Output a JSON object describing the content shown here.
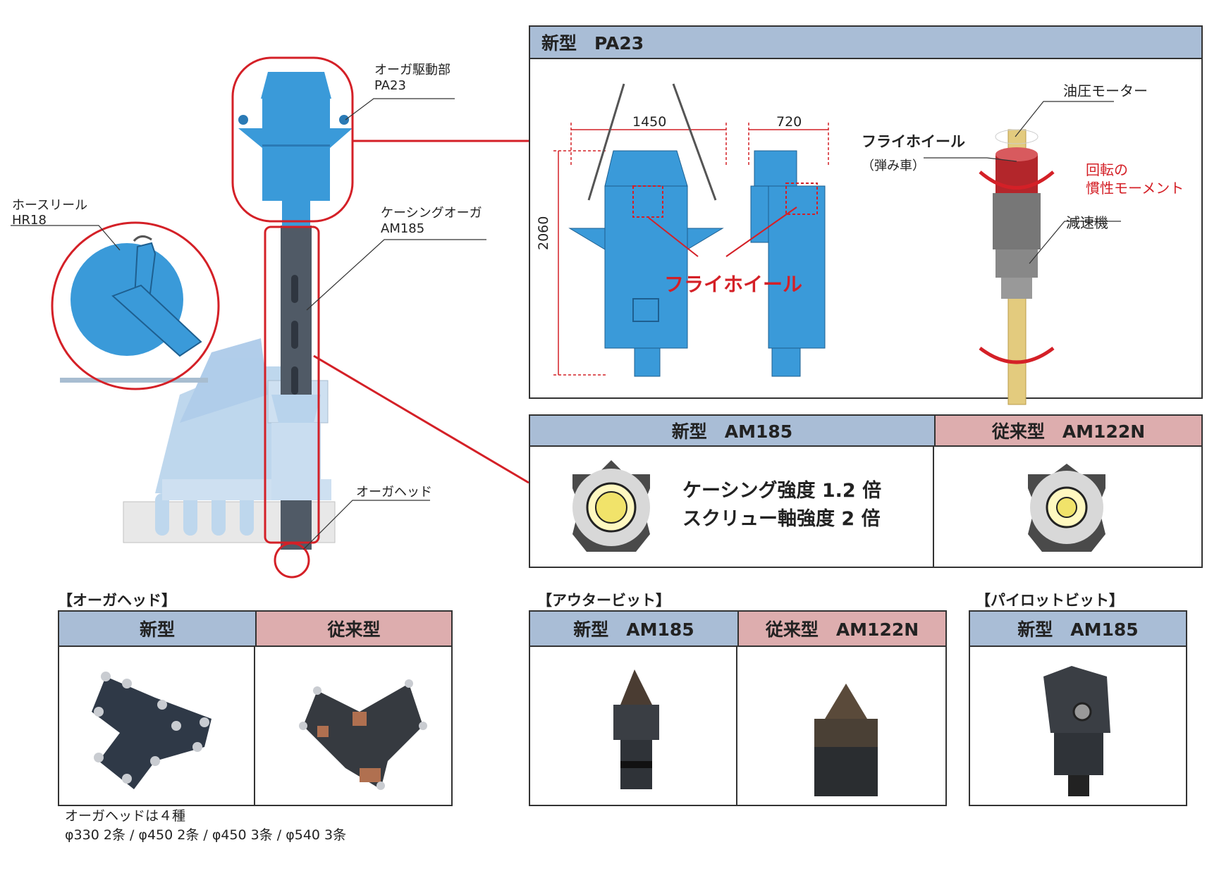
{
  "machine": {
    "callout_driver": {
      "line1": "オーガ駆動部",
      "line2": "PA23"
    },
    "callout_hose": {
      "line1": "ホースリール",
      "line2": "HR18"
    },
    "callout_casing": {
      "line1": "ケーシングオーガ",
      "line2": "AM185"
    },
    "callout_head": {
      "line1": "オーガヘッド"
    }
  },
  "pa23_panel": {
    "header": "新型　PA23",
    "dim_width_front": "1450",
    "dim_width_side": "720",
    "dim_height": "2060",
    "flywheel_red_label": "フライホイール",
    "flywheel_label": "フライホイール",
    "flywheel_sub": "（弾み車）",
    "motor_label": "油圧モーター",
    "inertia_label_1": "回転の",
    "inertia_label_2": "慣性モーメント",
    "reducer_label": "減速機"
  },
  "am_panel": {
    "new_header": "新型　AM185",
    "old_header": "従来型　AM122N",
    "spec_line1": "ケーシング強度 1.2 倍",
    "spec_line2": "スクリュー軸強度 2 倍"
  },
  "auger_head": {
    "section_title": "【オーガヘッド】",
    "new_header": "新型",
    "old_header": "従来型",
    "note_line1": "オーガヘッドは４種",
    "note_line2": "φ330  2条 /  φ450  2条 /  φ450 3条 /  φ540 3条"
  },
  "outer_bit": {
    "section_title": "【アウタービット】",
    "new_header": "新型　AM185",
    "old_header": "従来型　AM122N"
  },
  "pilot_bit": {
    "section_title": "【パイロットビット】",
    "new_header": "新型　AM185"
  },
  "colors": {
    "machine_blue": "#3a9ad9",
    "light_blue": "#b8d3ec",
    "callout_red": "#d42027",
    "header_blue": "#a9bdd6",
    "header_pink": "#ddadae",
    "shaft_gold": "#e3cb7e",
    "flywheel_red": "#b3262b"
  }
}
